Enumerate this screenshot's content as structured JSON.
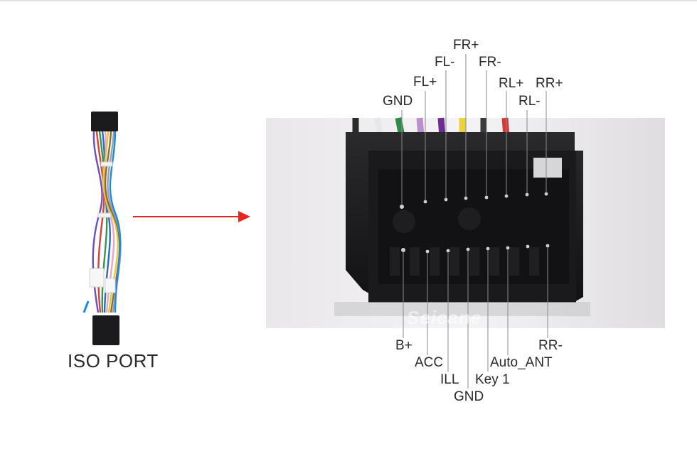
{
  "caption": "ISO PORT",
  "watermark": "Seicane",
  "pins_top": [
    "GND",
    "FL+",
    "FL-",
    "FR+",
    "FR-",
    "RL+",
    "RL-",
    "RR+"
  ],
  "pins_bottom": [
    "B+",
    "ACC",
    "ILL",
    "GND",
    "Key 1",
    "Auto_ANT",
    "RR-"
  ],
  "colors": {
    "arrow": "#e8241e",
    "connector": "#1c1c1e",
    "wire_label_line": "#888888"
  }
}
